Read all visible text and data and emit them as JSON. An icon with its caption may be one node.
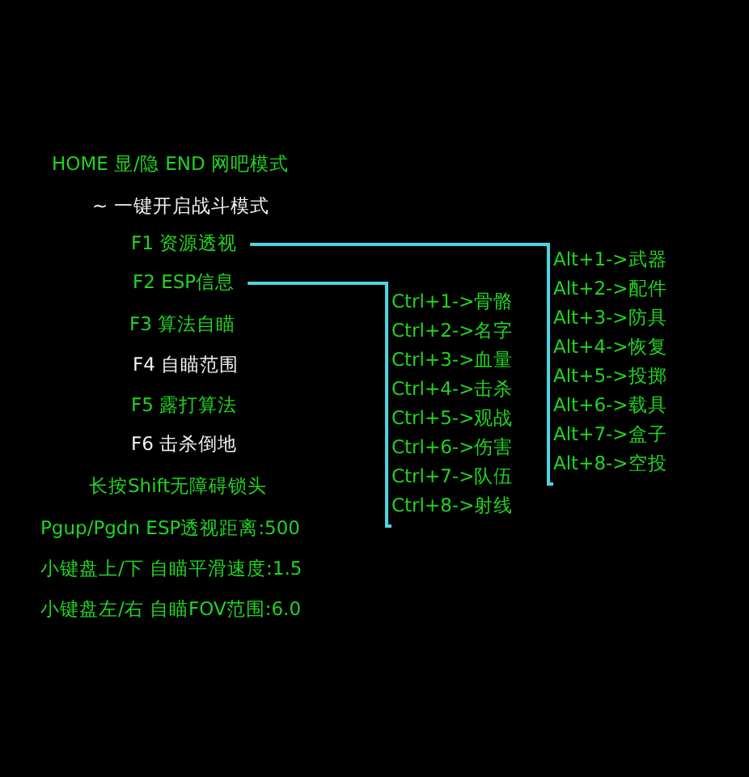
{
  "diagram": {
    "nodes": [
      {
        "text": [
          "F1 资源透视"
        ]
      },
      {
        "text": [
          "F2 ESP信息"
        ]
      },
      {
        "text": [
          "Ctrl+1->骨骼",
          "Ctrl+2->名字",
          "Ctrl+3->血量",
          "Ctrl+4->击杀",
          "Ctrl+5->观战",
          "Ctrl+6->伤害",
          "Ctrl+7->队伍",
          "Ctrl+8->射线"
        ]
      },
      {
        "text": [
          "Alt+1->武器",
          "Alt+2->配件",
          "Alt+3->防具",
          "Alt+4->恢复",
          "Alt+5->投掷",
          "Alt+6->载具",
          "Alt+7->盒子",
          "Alt+8->空投"
        ]
      }
    ],
    "edges": [
      {
        "from": 0,
        "to": 3,
        "arrow": "none"
      },
      {
        "from": 1,
        "to": 2,
        "arrow": "none"
      }
    ],
    "labels": [
      "HOME 显/隐 END 网吧模式",
      "~ 一键开启战斗模式",
      "F3 算法自瞄",
      "F4 自瞄范围",
      "F5 露打算法",
      "F6 击杀倒地",
      "长按Shift无障碍锁头",
      "Pgup/Pgdn ESP透视距离:500",
      "小键盘上/下 自瞄平滑速度:1.5",
      "小键盘左/右 自瞄FOV范围:6.0"
    ]
  }
}
